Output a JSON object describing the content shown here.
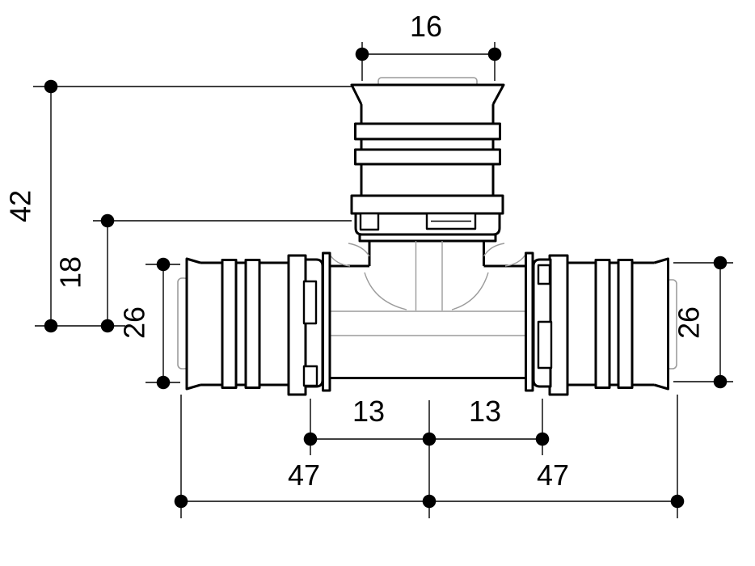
{
  "drawing": {
    "title": "press-tee-fitting-dimension-drawing",
    "background": "#ffffff",
    "colors": {
      "outline": "#000000",
      "hidden_line": "#9c9c9c",
      "dimension": "#000000"
    },
    "dimensions": {
      "top_width": "16",
      "total_height": "42",
      "branch_height": "18",
      "left_od": "26",
      "right_od": "26",
      "left_offset": "13",
      "right_offset": "13",
      "left_span": "47",
      "right_span": "47"
    }
  }
}
